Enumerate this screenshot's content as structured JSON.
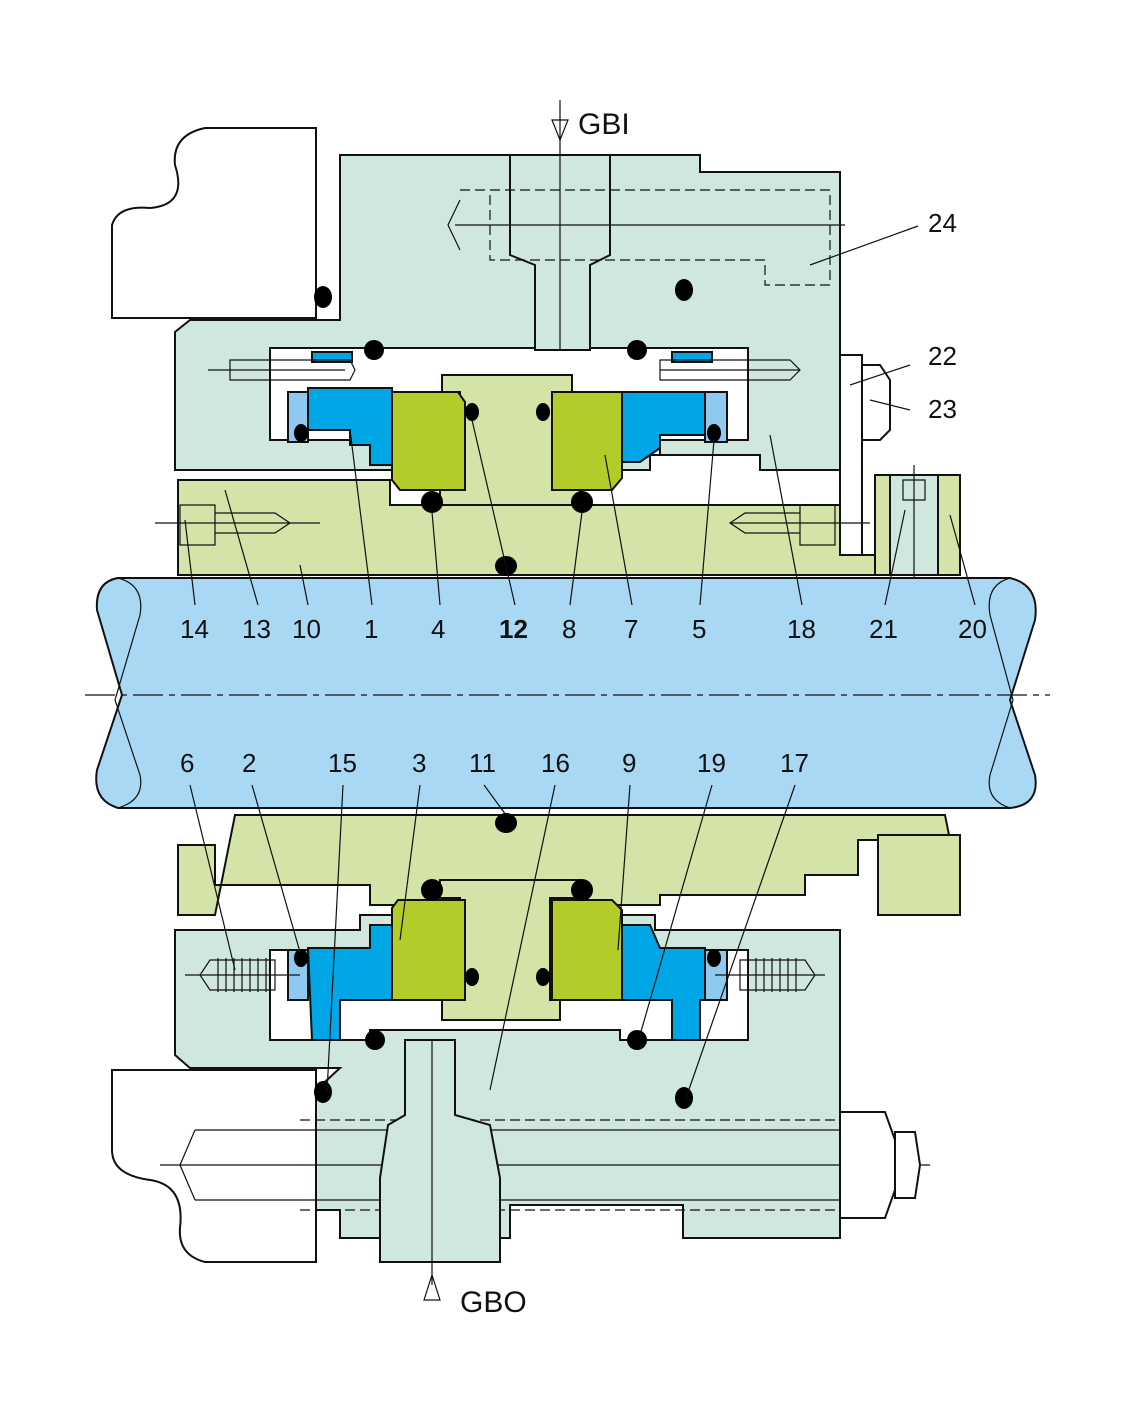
{
  "ports": {
    "inlet": "GBI",
    "outlet": "GBO"
  },
  "labels_top": {
    "l14": "14",
    "l13": "13",
    "l10": "10",
    "l1": "1",
    "l4": "4",
    "l12": "12",
    "l8": "8",
    "l7": "7",
    "l5": "5",
    "l18": "18",
    "l21": "21",
    "l20": "20",
    "l22": "22",
    "l23": "23",
    "l24": "24"
  },
  "labels_bottom": {
    "l6": "6",
    "l2": "2",
    "l15": "15",
    "l3": "3",
    "l11": "11",
    "l16": "16",
    "l9": "9",
    "l19": "19",
    "l17": "17"
  },
  "colors": {
    "housing": "#cfe7dd",
    "sleeve": "#d4e3a8",
    "shaft": "#a9d8f4",
    "seal_face": "#b3cc2a",
    "seat": "#00a6e6",
    "light_blue": "#8fc9ef",
    "oring": "#000000"
  }
}
